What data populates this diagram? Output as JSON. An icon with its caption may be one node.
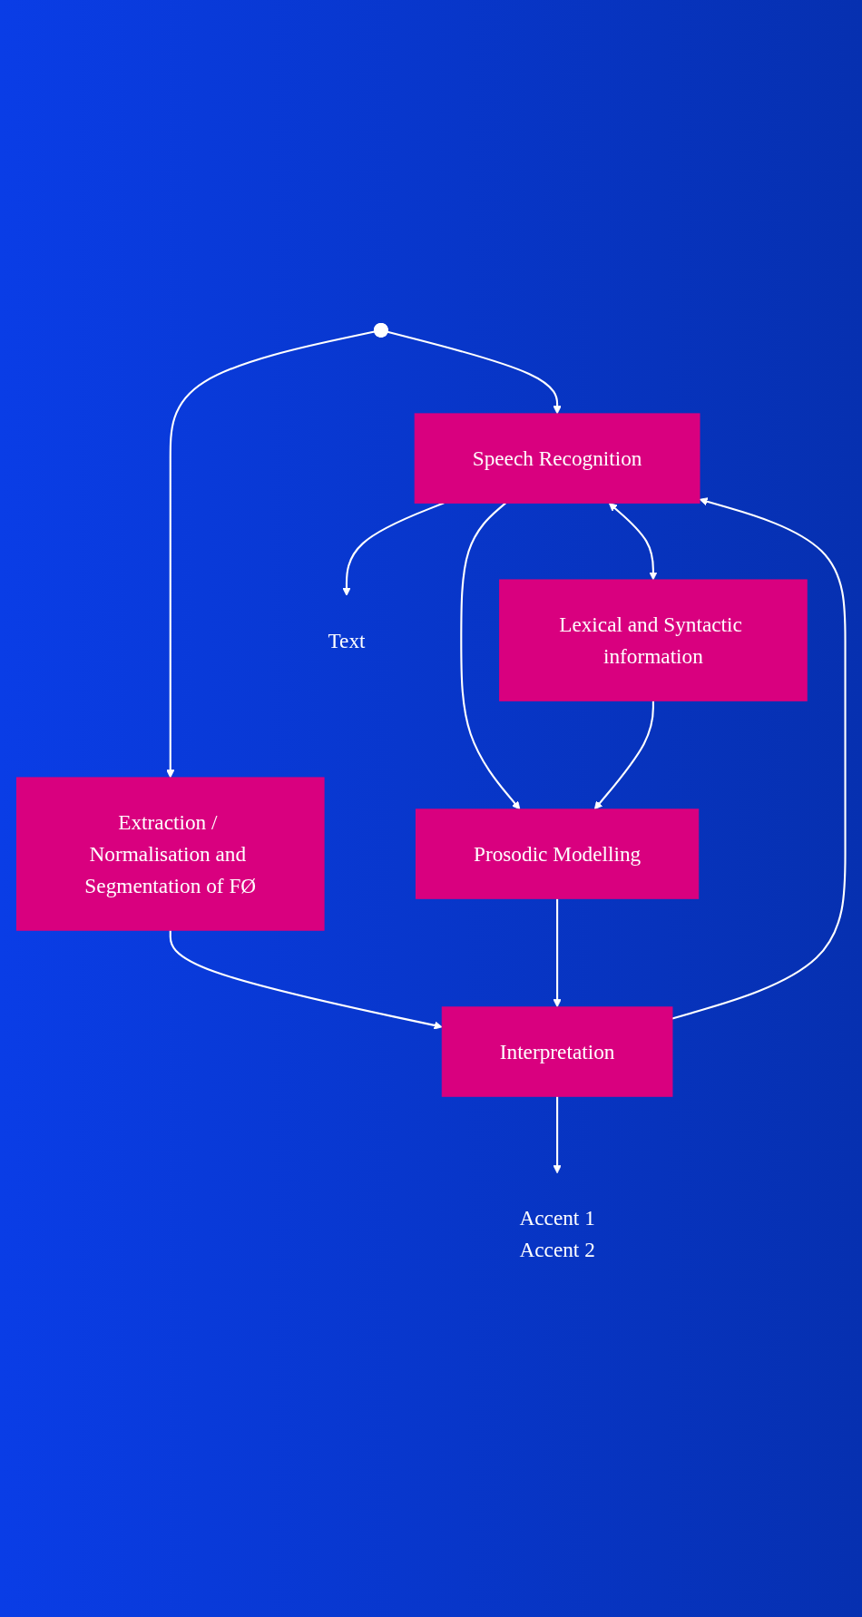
{
  "diagram": {
    "nodes": [
      {
        "text": [
          "Speech Recognition"
        ]
      },
      {
        "text": [
          "Extraction / Normalisation and Segmentation of FØ"
        ]
      },
      {
        "text": [
          "Lexical and Syntactic information"
        ]
      },
      {
        "text": [
          "Prosodic Modelling"
        ]
      },
      {
        "text": [
          "Interpretation"
        ]
      },
      {
        "text": [
          "Text"
        ]
      },
      {
        "text": [
          "Accent 1",
          "Accent 2"
        ]
      }
    ],
    "edges": [
      {
        "from": null,
        "to": 0,
        "arrow": "to"
      },
      {
        "from": null,
        "to": 1,
        "arrow": "to"
      },
      {
        "from": 0,
        "to": 2,
        "arrow": "both"
      },
      {
        "from": 0,
        "to": 5,
        "arrow": "to"
      },
      {
        "from": 0,
        "to": 3,
        "arrow": "to"
      },
      {
        "from": 2,
        "to": 3,
        "arrow": "to"
      },
      {
        "from": 1,
        "to": 4,
        "arrow": "to"
      },
      {
        "from": 4,
        "to": 0,
        "arrow": "to"
      },
      {
        "from": 3,
        "to": 4,
        "arrow": "to"
      },
      {
        "from": 4,
        "to": 6,
        "arrow": "to"
      }
    ]
  }
}
